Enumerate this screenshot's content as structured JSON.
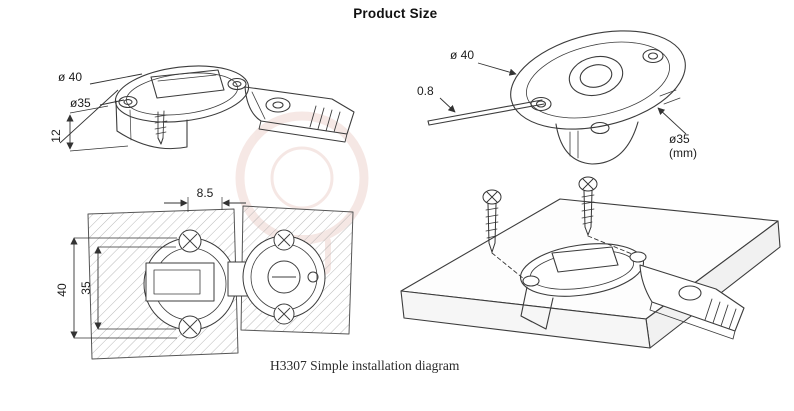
{
  "title": "Product Size",
  "caption": "H3307 Simple installation diagram",
  "labels": {
    "iso_d40": "ø 40",
    "iso_d35": "ø35",
    "iso_depth": "12",
    "side_d40": "ø 40",
    "side_thickness": "0.8",
    "side_d35": "ø35",
    "side_unit": "(mm)",
    "plan_w": "8.5",
    "plan_h40": "40",
    "plan_h35": "35"
  },
  "colors": {
    "line": "#3c3c3c",
    "background": "#ffffff",
    "watermark": "#c05a4a"
  }
}
